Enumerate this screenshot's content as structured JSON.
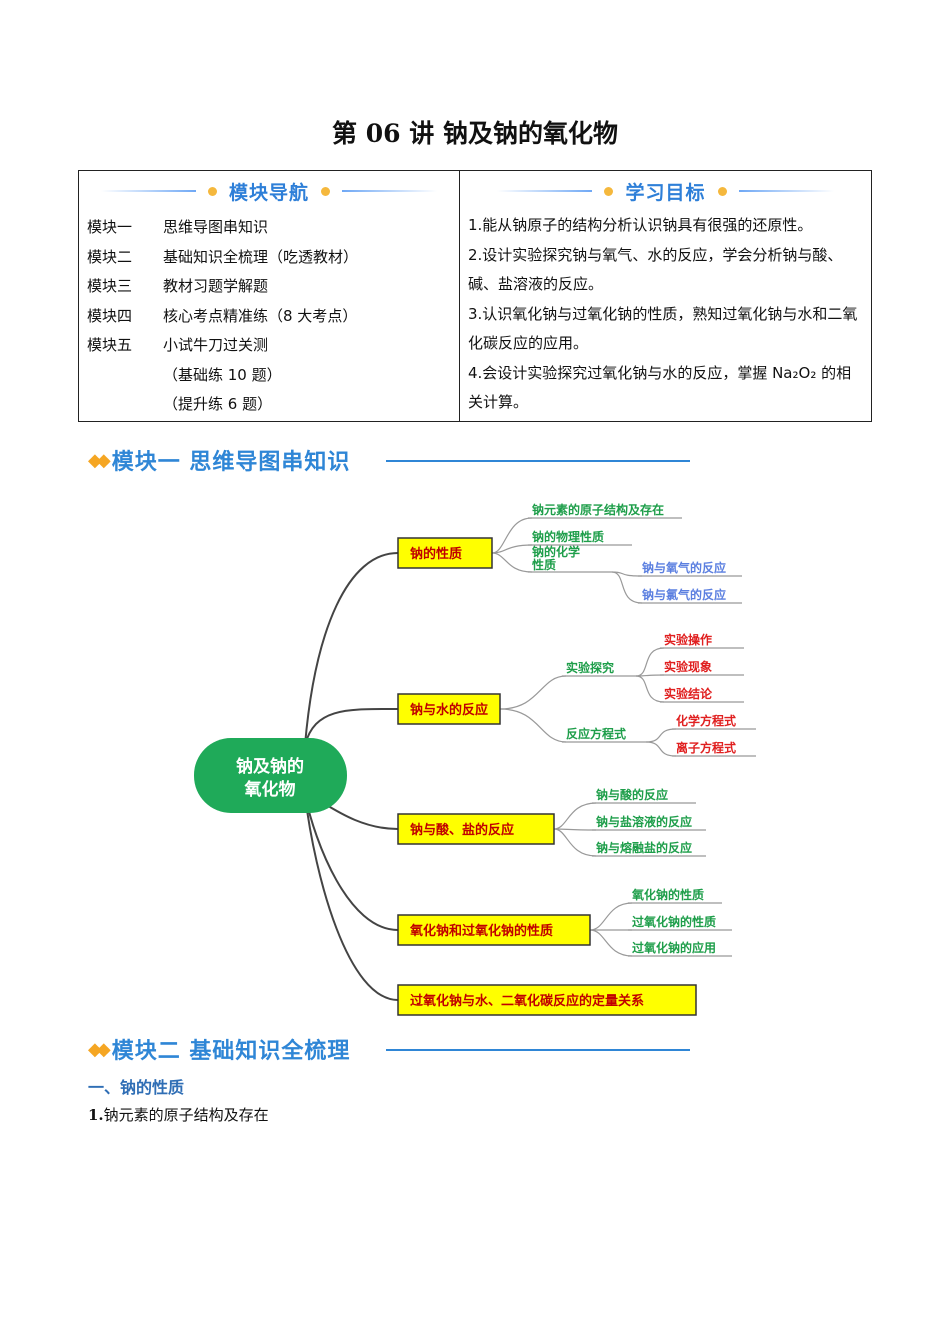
{
  "title": "第 06 讲    钠及钠的氧化物",
  "nav": {
    "heading": "模块导航",
    "items": [
      {
        "k": "模块一",
        "v": "思维导图串知识"
      },
      {
        "k": "模块二",
        "v": "基础知识全梳理（吃透教材）"
      },
      {
        "k": "模块三",
        "v": "教材习题学解题"
      },
      {
        "k": "模块四",
        "v": "核心考点精准练（8 大考点）"
      },
      {
        "k": "模块五",
        "v": "小试牛刀过关测"
      },
      {
        "k": "",
        "v": "（基础练 10 题）"
      },
      {
        "k": "",
        "v": "（提升练 6 题）"
      }
    ]
  },
  "goals": {
    "heading": "学习目标",
    "items": [
      "1.能从钠原子的结构分析认识钠具有很强的还原性。",
      "2.设计实验探究钠与氧气、水的反应，学会分析钠与酸、碱、盐溶液的反应。",
      "3.认识氧化钠与过氧化钠的性质，熟知过氧化钠与水和二氧化碳反应的应用。",
      "4.会设计实验探究过氧化钠与水的反应，掌握 Na₂O₂ 的相关计算。"
    ]
  },
  "section1": {
    "icon": "double-chevron-icon",
    "title": "模块一 思维导图串知识"
  },
  "mindmap": {
    "root": "钠及钠的氧化物",
    "branches": [
      {
        "label": "钠的性质",
        "children": [
          {
            "label": "钠元素的原子结构及存在",
            "color": "#1e9e4a"
          },
          {
            "label": "钠的物理性质",
            "color": "#1e9e4a"
          },
          {
            "label": "钠的化学性质",
            "color": "#1e9e4a",
            "children": [
              {
                "label": "钠与氧气的反应",
                "color": "#5b7fe0"
              },
              {
                "label": "钠与氯气的反应",
                "color": "#5b7fe0"
              }
            ]
          }
        ]
      },
      {
        "label": "钠与水的反应",
        "children": [
          {
            "label": "实验探究",
            "color": "#1e9e4a",
            "children": [
              {
                "label": "实验操作",
                "color": "#e02020"
              },
              {
                "label": "实验现象",
                "color": "#e02020"
              },
              {
                "label": "实验结论",
                "color": "#e02020"
              }
            ]
          },
          {
            "label": "反应方程式",
            "color": "#1e9e4a",
            "children": [
              {
                "label": "化学方程式",
                "color": "#e02020"
              },
              {
                "label": "离子方程式",
                "color": "#e02020"
              }
            ]
          }
        ]
      },
      {
        "label": "钠与酸、盐的反应",
        "children": [
          {
            "label": "钠与酸的反应",
            "color": "#1e9e4a"
          },
          {
            "label": "钠与盐溶液的反应",
            "color": "#1e9e4a"
          },
          {
            "label": "钠与熔融盐的反应",
            "color": "#1e9e4a"
          }
        ]
      },
      {
        "label": "氧化钠和过氧化钠的性质",
        "children": [
          {
            "label": "氧化钠的性质",
            "color": "#1e9e4a"
          },
          {
            "label": "过氧化钠的性质",
            "color": "#1e9e4a"
          },
          {
            "label": "过氧化钠的应用",
            "color": "#1e9e4a"
          }
        ]
      },
      {
        "label": "过氧化钠与水、二氧化碳反应的定量关系",
        "children": []
      }
    ]
  },
  "section2": {
    "icon": "double-chevron-icon",
    "title": "模块二 基础知识全梳理"
  },
  "subsection": "一、钠的性质",
  "item1": {
    "num": "1.",
    "text": "钠元素的原子结构及存在"
  },
  "colors": {
    "accent": "#2f86d6",
    "branch_fill": "#ffff00",
    "branch_border": "#c00000",
    "root_fill": "#1faa59",
    "line": "#444444"
  }
}
